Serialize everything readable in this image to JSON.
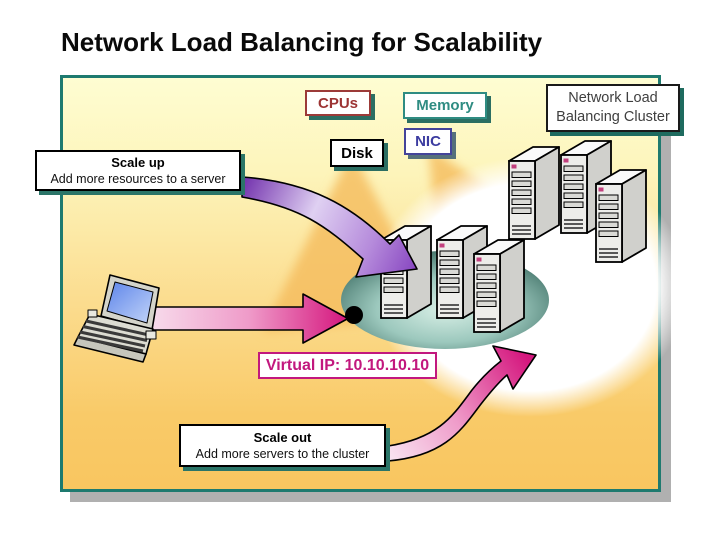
{
  "title": "Network Load Balancing for Scalability",
  "labels": {
    "cpus": "CPUs",
    "memory": "Memory",
    "disk": "Disk",
    "nic": "NIC",
    "cluster": "Network Load Balancing Cluster",
    "virtual_ip": "Virtual IP: 10.10.10.10"
  },
  "callouts": {
    "scale_up": {
      "title": "Scale up",
      "description": "Add more resources to a server"
    },
    "scale_out": {
      "title": "Scale out",
      "description": "Add more servers to the cluster"
    }
  },
  "icons": {
    "laptop": "laptop-icon",
    "server": "server-tower-icon",
    "scale_up_arrow": "curved-arrow-right",
    "client_request_arrow": "straight-arrow-right",
    "scale_out_arrow": "s-curved-arrow-up-right",
    "virtual_ip_dot": "black-dot",
    "cluster_platform": "teal-ellipse-platform",
    "glow": "white-glow-ellipse"
  },
  "colors": {
    "panel_border": "#1E7A6F",
    "panel_bg_top": "#FEFDD2",
    "panel_bg_bottom": "#F9C660",
    "cpus_text": "#9C3333",
    "memory_text": "#2F8C82",
    "nic_text": "#3C3CA0",
    "disk_text": "#000000",
    "cluster_text": "#3F3F3F",
    "virtual_ip_text": "#C2187E",
    "magenta_arrow": "#D5177E",
    "purple_arrow": "#8A4AC2",
    "platform": "#4E7F76",
    "box_shadow_teal": "#2B6E62"
  }
}
